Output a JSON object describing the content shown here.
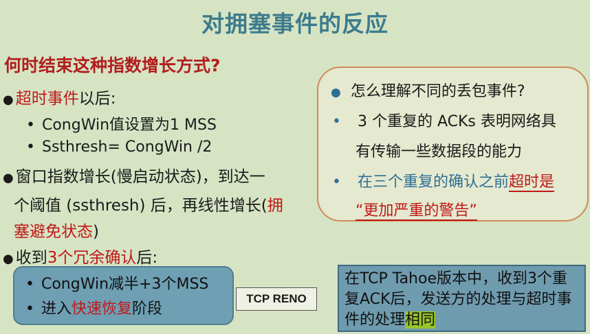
{
  "title": "对拥塞事件的反应",
  "question": "何时结束这种指数增长方式?",
  "left": {
    "b1_red": "超时事件",
    "b1_rest": "以后:",
    "s1": "CongWin值设置为1 MSS",
    "s2": "Ssthresh= CongWin /2",
    "b2_line1": "窗口指数增长(慢启动状态)，到达一",
    "b2_line2_a": "个阈值 (ssthresh) 后，再线性增长(",
    "b2_line2_red": "拥",
    "b2_line3_red": "塞避免状态",
    "b2_line3_end": ")",
    "b3_a": "收到",
    "b3_red": "3个冗余确认",
    "b3_b": "后:"
  },
  "right_box": {
    "q": "怎么理解不同的丢包事件?",
    "p1_line1": "3 个重复的 ACKs 表明网络具",
    "p1_line2": "有传输一些数据段的能力",
    "p2_line1_a": "在三个重复的确认之前",
    "p2_line1_b": "超时是",
    "p2_line2": "“更加严重的警告”"
  },
  "reno": {
    "l1": "CongWin减半+3个MSS",
    "l2_a": "进入",
    "l2_red": "快速恢复",
    "l2_b": "阶段",
    "label": "TCP RENO"
  },
  "tahoe": {
    "text_a": "在TCP Tahoe版本中，收到3个重复ACK后，发送方的处理与超时事件的处理",
    "text_hl": "相同"
  },
  "colors": {
    "background": "#d6e4c4",
    "title": "#3d7b8c",
    "accent_red": "#c01818",
    "reno_box": "#6e9fb3",
    "tahoe_box": "#6f9bae",
    "highlight": "#99c62a"
  }
}
